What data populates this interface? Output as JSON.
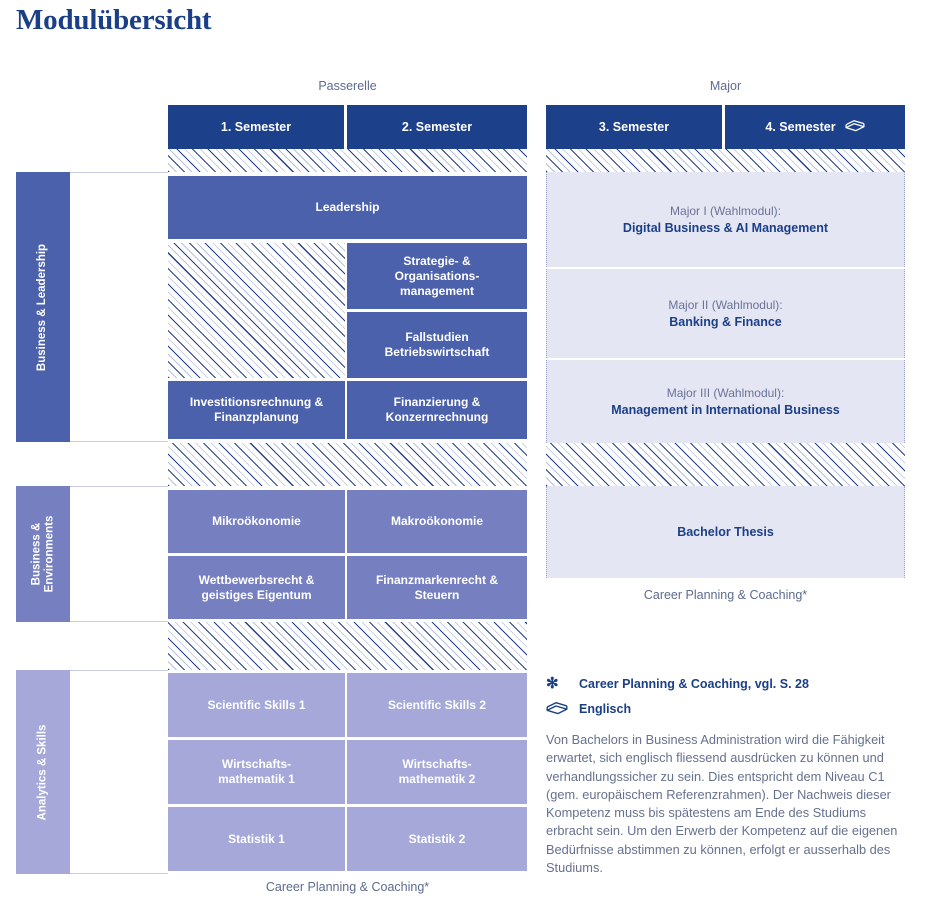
{
  "page_title": "Modulübersicht",
  "colors": {
    "header_blue": "#1c4089",
    "band1": "#4c61ab",
    "band2": "#7680c0",
    "band3": "#a5a8d8",
    "major_fill": "#e5e6f4",
    "text_blue": "#1b3f87",
    "muted": "#5d6b90"
  },
  "groups": {
    "passerelle": "Passerelle",
    "major": "Major"
  },
  "semesters": [
    {
      "label": "1. Semester",
      "icon": ""
    },
    {
      "label": "2. Semester",
      "icon": ""
    },
    {
      "label": "3. Semester",
      "icon": ""
    },
    {
      "label": "4. Semester",
      "icon": "books-icon"
    }
  ],
  "bands": [
    {
      "label": "Business & Leadership"
    },
    {
      "label": "Business &\nEnvironments"
    },
    {
      "label": "Analytics & Skills"
    }
  ],
  "modules": {
    "leadership": "Leadership",
    "strategie": "Strategie- &\nOrganisations-\nmanagement",
    "fallstudien": "Fallstudien\nBetriebswirtschaft",
    "investitionsrechnung": "Investitionsrechnung &\nFinanzplanung",
    "finanzierung": "Finanzierung &\nKonzernrechnung",
    "mikrooekonomie": "Mikroökonomie",
    "makrooekonomie": "Makroökonomie",
    "wettbewerbsrecht": "Wettbewerbsrecht &\ngeistiges Eigentum",
    "finanzmarkenrecht": "Finanzmarkenrecht &\nSteuern",
    "scientific1": "Scientific Skills 1",
    "scientific2": "Scientific Skills 2",
    "wirtschaftsmathe1": "Wirtschafts-\nmathematik 1",
    "wirtschaftsmathe2": "Wirtschafts-\nmathematik 2",
    "statistik1": "Statistik 1",
    "statistik2": "Statistik 2"
  },
  "majors": [
    {
      "sub": "Major I (Wahlmodul):",
      "title": "Digital Business & AI Management"
    },
    {
      "sub": "Major II (Wahlmodul):",
      "title": "Banking & Finance"
    },
    {
      "sub": "Major III (Wahlmodul):",
      "title": "Management in International Business"
    }
  ],
  "thesis": "Bachelor Thesis",
  "footnotes": {
    "left": "Career Planning & Coaching*",
    "right": "Career Planning & Coaching*"
  },
  "legend": {
    "asterisk_mark": "✻",
    "asterisk_text": "Career Planning & Coaching, vgl. S. 28",
    "english_text": "Englisch",
    "body": "Von Bachelors in Business Administration wird die Fähigkeit erwartet, sich englisch fliessend ausdrücken zu können und verhandlungssicher zu sein. Dies entspricht dem Niveau C1 (gem. europäischem Referenzrahmen). Der Nachweis dieser Kompetenz muss bis spätestens am Ende des Studiums erbracht sein. Um den Erwerb der Kompetenz auf die eigenen Bedürfnisse abstimmen zu können, erfolgt er ausserhalb des Studiums."
  }
}
